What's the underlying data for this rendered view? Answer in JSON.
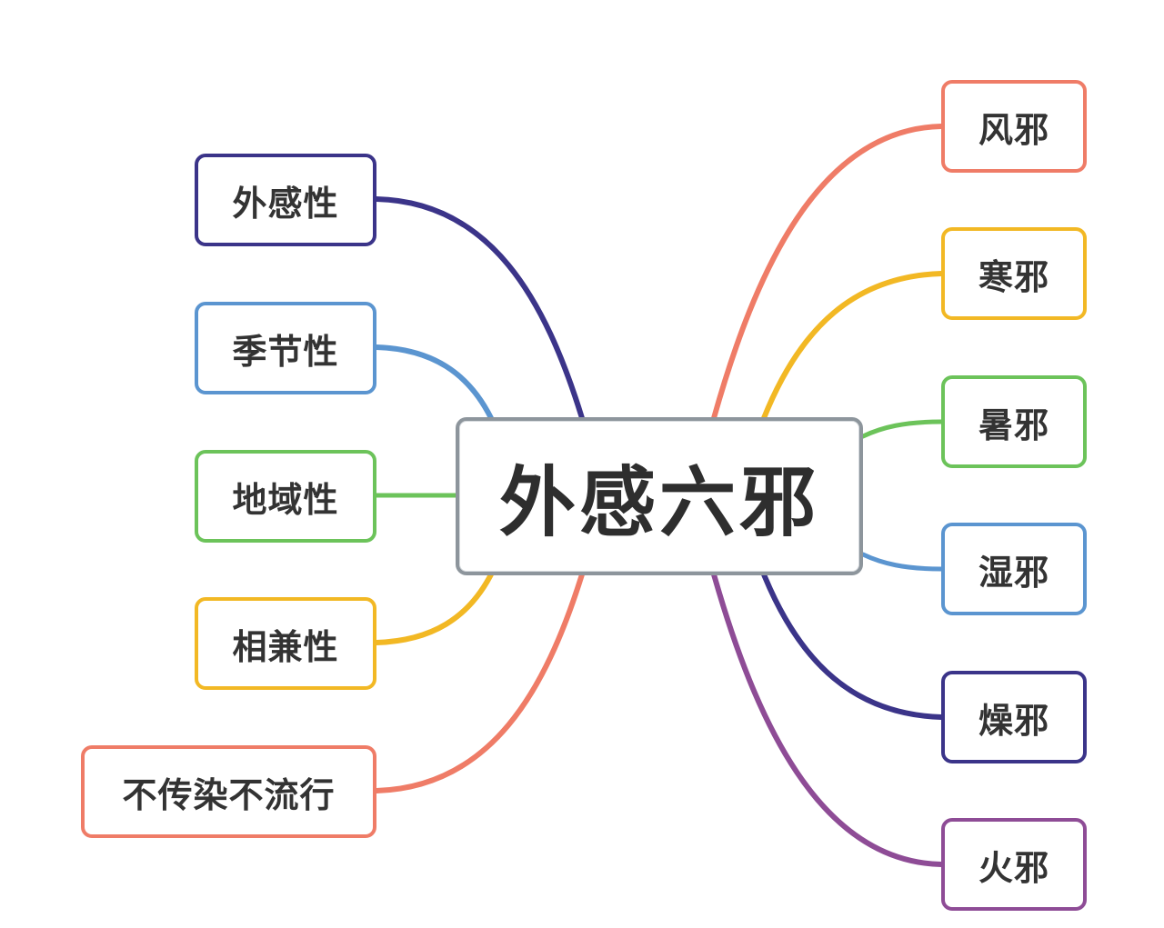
{
  "center": {
    "label": "外感六邪"
  },
  "left_branches": [
    {
      "label": "外感性",
      "color": "#3b3489"
    },
    {
      "label": "季节性",
      "color": "#5b95d0"
    },
    {
      "label": "地域性",
      "color": "#6cc35a"
    },
    {
      "label": "相兼性",
      "color": "#f2b824"
    },
    {
      "label": "不传染不流行",
      "color": "#ef7c67"
    }
  ],
  "right_branches": [
    {
      "label": "风邪",
      "color": "#ef7c67"
    },
    {
      "label": "寒邪",
      "color": "#f2b824"
    },
    {
      "label": "暑邪",
      "color": "#6cc35a"
    },
    {
      "label": "湿邪",
      "color": "#5b95d0"
    },
    {
      "label": "燥邪",
      "color": "#3b3489"
    },
    {
      "label": "火邪",
      "color": "#8e4c96"
    }
  ]
}
